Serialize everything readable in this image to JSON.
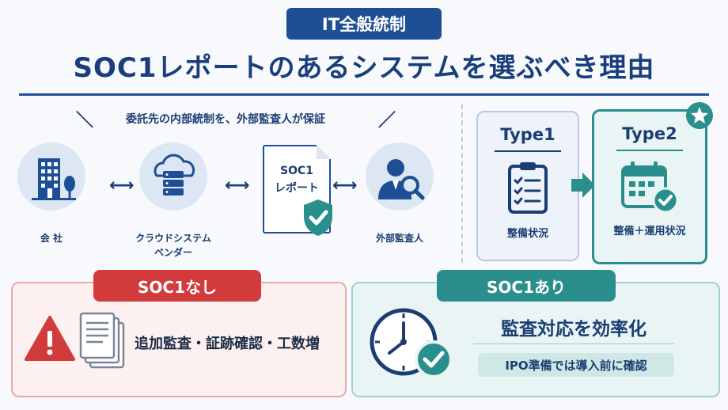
{
  "header": {
    "tag": "IT全般統制",
    "title": "SOC1レポートのあるシステムを選ぶべき理由"
  },
  "flow": {
    "subtitle": "委託先の内部統制を、外部監査人が保証",
    "company_label": "会 社",
    "vendor_label_line1": "クラウドシステム",
    "vendor_label_line2": "ベンダー",
    "report_line1": "SOC1",
    "report_line2": "レポート",
    "auditor_label": "外部監査人"
  },
  "types": {
    "type1_title": "Type1",
    "type1_label": "整備状況",
    "type2_title": "Type2",
    "type2_label": "整備＋運用状況"
  },
  "without": {
    "heading": "SOC1なし",
    "text": "追加監査・証跡確認・工数増"
  },
  "with": {
    "heading": "SOC1あり",
    "benefit": "監査対応を効率化",
    "note": "IPO準備では導入前に確認"
  },
  "colors": {
    "navy": "#1e4f94",
    "teal": "#2a8f8c",
    "red": "#d23b3b",
    "light_blue_card": "#eef2fb",
    "light_teal_card": "#e8f5f4",
    "light_red_card": "#fdf0f0"
  },
  "icons": [
    "building-icon",
    "tree-icon",
    "cloud-server-icon",
    "document-icon",
    "shield-check-icon",
    "auditor-magnifier-icon",
    "clipboard-checklist-icon",
    "calendar-check-icon",
    "star-icon",
    "warning-icon",
    "documents-stack-icon",
    "clock-icon",
    "check-circle-icon"
  ]
}
